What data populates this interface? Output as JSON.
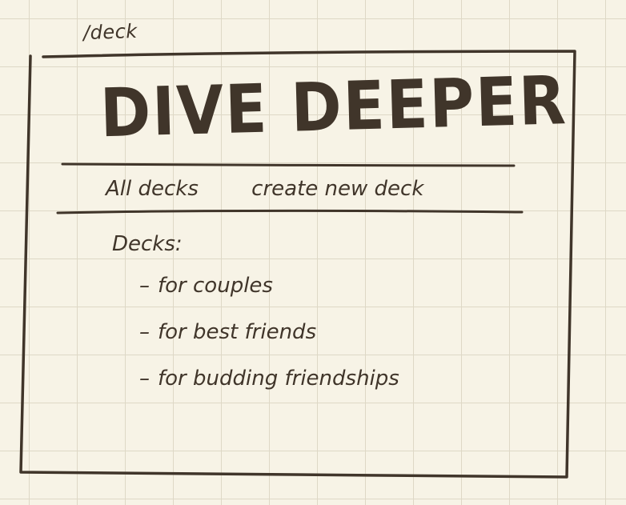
{
  "route": "/deck",
  "header": {
    "title": "DIVE DEEPER"
  },
  "nav": {
    "all_decks": "All decks",
    "create_new_deck": "create new deck"
  },
  "decks": {
    "label": "Decks:",
    "items": [
      "for couples",
      "for best friends",
      "for budding friendships"
    ]
  },
  "colors": {
    "ink": "#40352a",
    "paper": "#f7f3e6",
    "grid": "#ded8c6"
  }
}
